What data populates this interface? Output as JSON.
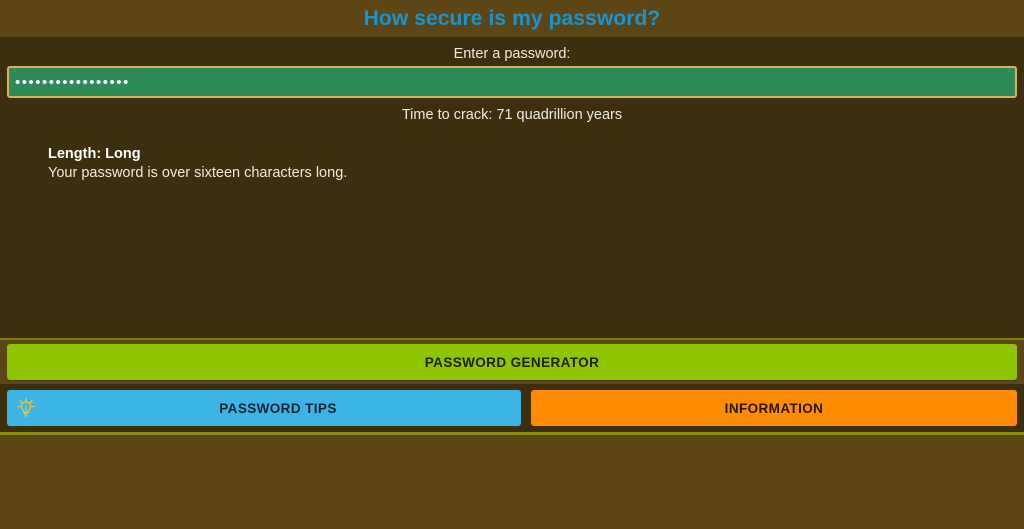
{
  "header": {
    "title": "How secure is my password?",
    "title_color": "#1a93cf"
  },
  "form": {
    "label": "Enter a password:",
    "password_value": "•••••••••••••••••",
    "password_placeholder": "",
    "password_field_bg": "#2e8b57",
    "password_field_border": "#d9b25b",
    "crack_time": "Time to crack: 71 quadrillion years"
  },
  "analysis": {
    "length_heading": "Length: Long",
    "length_description": "Your password is over sixteen characters long."
  },
  "buttons": {
    "generator": {
      "label": "PASSWORD GENERATOR",
      "color": "#8ec400"
    },
    "tips": {
      "label": "PASSWORD TIPS",
      "color": "#3cb4e5",
      "icon": "lightbulb-icon"
    },
    "information": {
      "label": "INFORMATION",
      "color": "#ff8c00"
    }
  },
  "theme": {
    "page_background": "#5c4615",
    "panel_background": "#3d2f0d",
    "divider": "#7e7a12",
    "text": "#efeadc"
  }
}
